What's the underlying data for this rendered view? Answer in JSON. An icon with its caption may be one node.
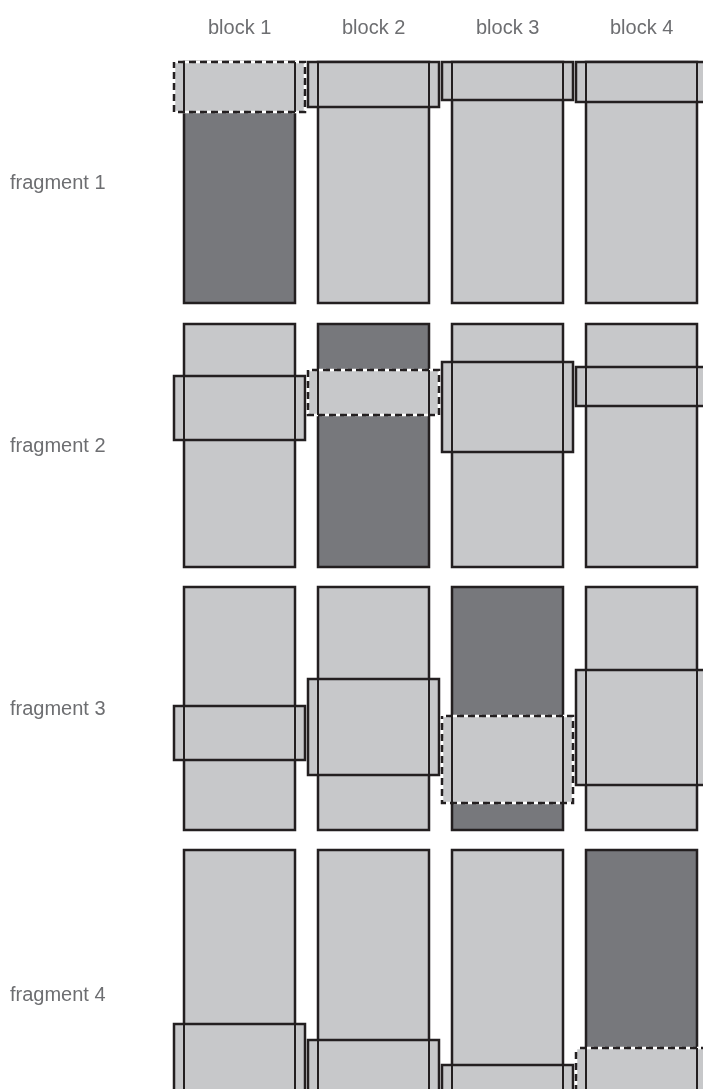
{
  "diagram": {
    "labels": [
      "block 1",
      "block 2",
      "block 3",
      "block 4",
      "fragment 1",
      "fragment 2",
      "fragment 3",
      "fragment 4"
    ]
  }
}
